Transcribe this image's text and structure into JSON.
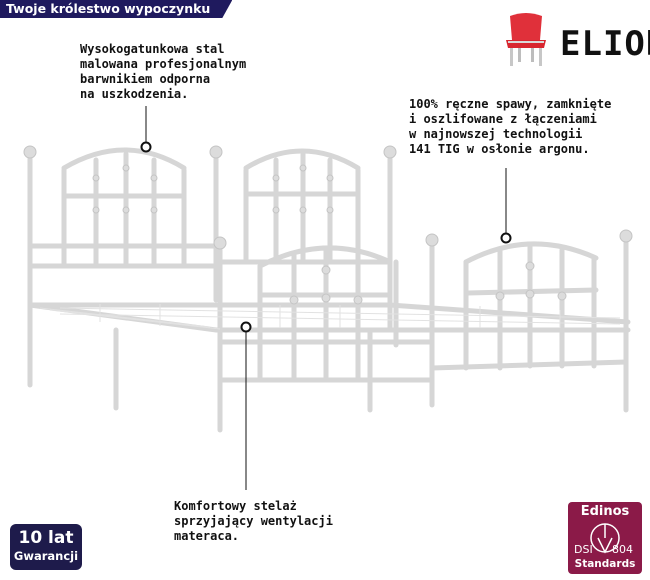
{
  "header": {
    "tag": "Twoje królestwo wypoczynku"
  },
  "brand": {
    "name": "ELIOR",
    "logo_icon": "chair-icon",
    "accent": "#e0303a"
  },
  "callouts": {
    "steel": "Wysokogatunkowa stal\nmalowana profesjonalnym\nbarwnikiem odporna\nna uszkodzenia.",
    "welds": "100% ręczne spawy, zamknięte\ni oszlifowane z łączeniami\nw najnowszej technologii\n141 TIG w osłonie argonu.",
    "slats": "Komfortowy stelaż\nsprzyjający wentylacji\nmateraca."
  },
  "warranty": {
    "number": "10 lat",
    "label": "Gwarancji",
    "color": "#1e1b4b"
  },
  "certificate": {
    "title": "Edinos",
    "left": "DSI",
    "right": "804",
    "subtitle": "Standards",
    "color": "#8b1a48"
  }
}
